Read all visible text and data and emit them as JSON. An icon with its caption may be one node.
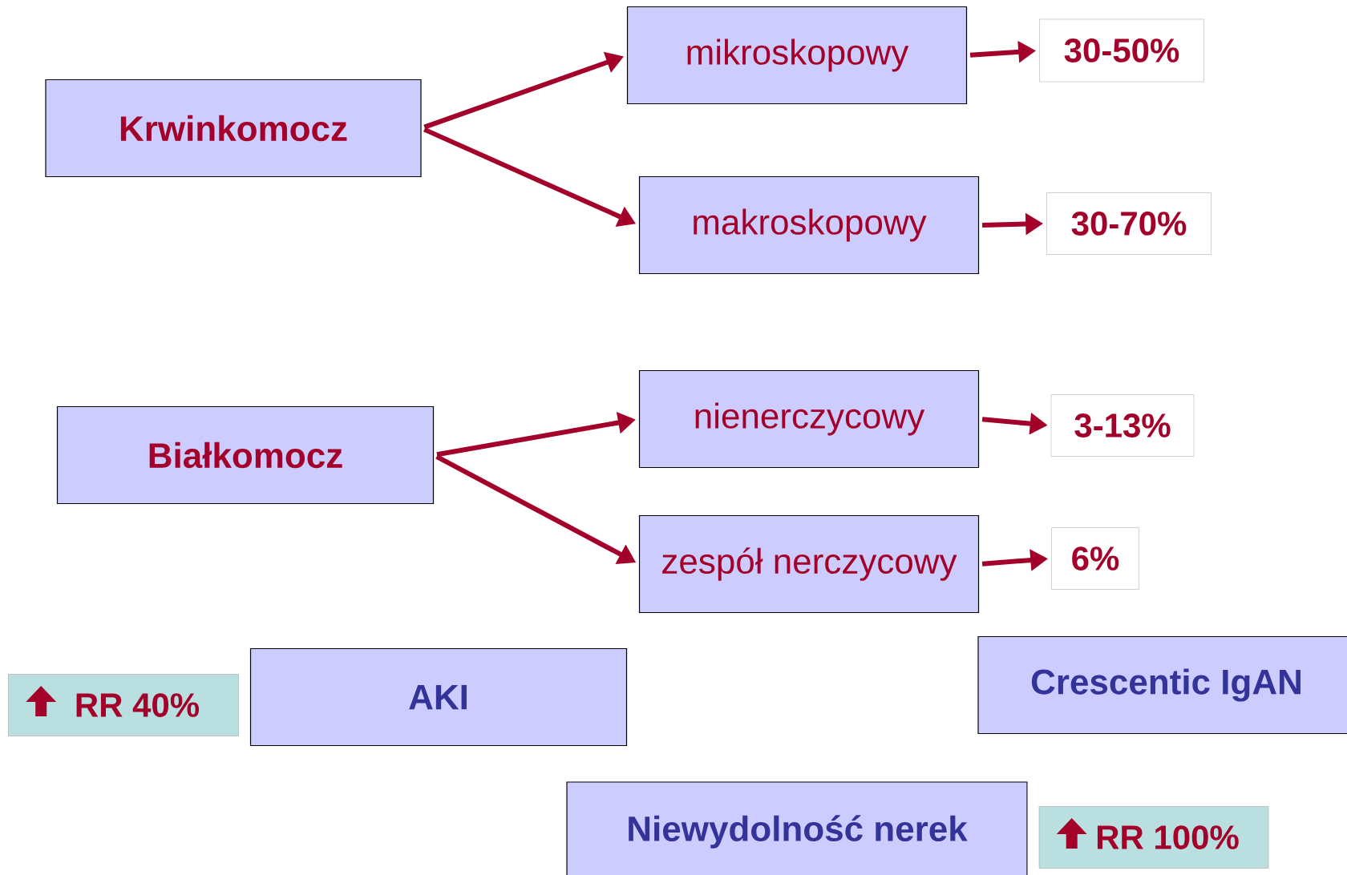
{
  "diagram": {
    "nodes": [
      {
        "text": [
          "Krwinkomocz"
        ]
      },
      {
        "text": [
          "mikroskopowy"
        ]
      },
      {
        "text": [
          "30-50%"
        ]
      },
      {
        "text": [
          "makroskopowy"
        ]
      },
      {
        "text": [
          "30-70%"
        ]
      },
      {
        "text": [
          "Białkomocz"
        ]
      },
      {
        "text": [
          "nienerczycowy"
        ]
      },
      {
        "text": [
          "3-13%"
        ]
      },
      {
        "text": [
          "zespół nerczycowy"
        ]
      },
      {
        "text": [
          "6%"
        ]
      },
      {
        "text": [
          "RR 40%"
        ]
      },
      {
        "text": [
          "AKI"
        ]
      },
      {
        "text": [
          "Crescentic IgAN"
        ]
      },
      {
        "text": [
          "Niewydolność nerek"
        ]
      },
      {
        "text": [
          "RR 100%"
        ]
      }
    ],
    "edges": [
      {
        "from": 0,
        "to": 1,
        "arrow": "to"
      },
      {
        "from": 0,
        "to": 3,
        "arrow": "to"
      },
      {
        "from": 1,
        "to": 2,
        "arrow": "to"
      },
      {
        "from": 3,
        "to": 4,
        "arrow": "to"
      },
      {
        "from": 5,
        "to": 6,
        "arrow": "to"
      },
      {
        "from": 5,
        "to": 8,
        "arrow": "to"
      },
      {
        "from": 6,
        "to": 7,
        "arrow": "to"
      },
      {
        "from": 8,
        "to": 9,
        "arrow": "to"
      }
    ]
  }
}
